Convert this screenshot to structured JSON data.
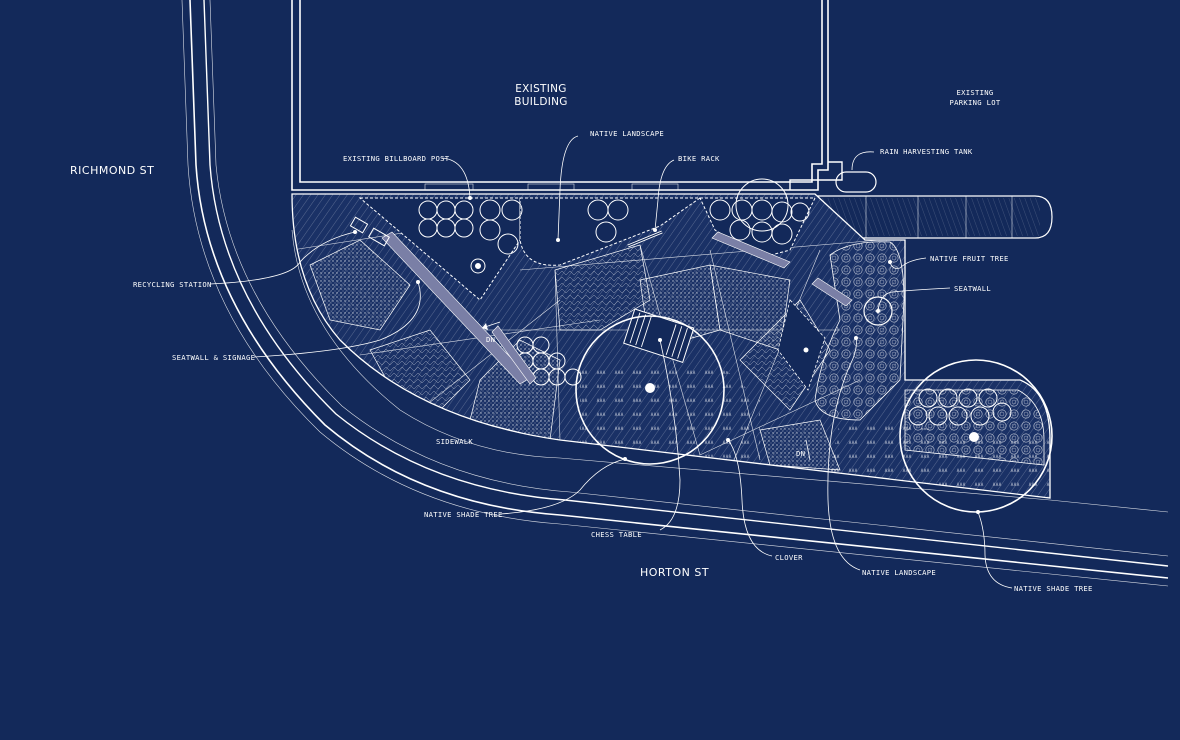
{
  "streets": {
    "richmond": "RICHMOND ST",
    "horton": "HORTON ST"
  },
  "building": {
    "line1": "EXISTING",
    "line2": "BUILDING"
  },
  "parking": {
    "line1": "EXISTING",
    "line2": "PARKING LOT"
  },
  "callouts": {
    "native_landscape_top": "NATIVE LANDSCAPE",
    "billboard_post": "EXISTING BILLBOARD POST",
    "bike_rack": "BIKE RACK",
    "rain_tank": "RAIN HARVESTING TANK",
    "recycling": "RECYCLING STATION",
    "native_fruit_tree": "NATIVE FRUIT TREE",
    "seatwall": "SEATWALL",
    "seatwall_signage": "SEATWALL & SIGNAGE",
    "sidewalk": "SIDEWALK",
    "native_shade_tree_left": "NATIVE SHADE TREE",
    "chess_table": "CHESS TABLE",
    "clover": "CLOVER",
    "native_landscape_bottom": "NATIVE LANDSCAPE",
    "native_shade_tree_right": "NATIVE SHADE TREE"
  },
  "markers": {
    "down_left": "DN",
    "down_right": "DN"
  },
  "colors": {
    "background": "#13295a",
    "linework": "#ffffff",
    "plaza_fill": "#1a3166",
    "seatwall_fill": "#7a7fa6"
  }
}
